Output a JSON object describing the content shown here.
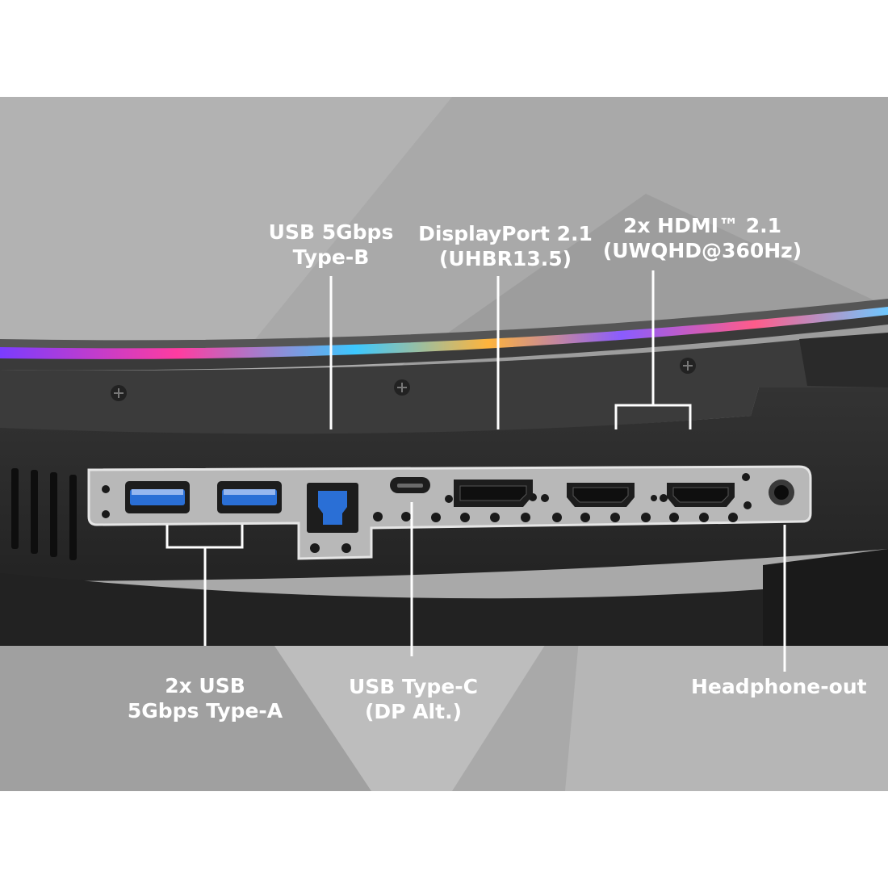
{
  "labels": {
    "usb_b": {
      "line1": "USB 5Gbps",
      "line2": "Type-B"
    },
    "displayport": {
      "line1": "DisplayPort 2.1",
      "line2": "(UHBR13.5)"
    },
    "hdmi": {
      "line1": "2x HDMI™ 2.1",
      "line2": "(UWQHD@360Hz)"
    },
    "usb_a": {
      "line1": "2x USB",
      "line2": "5Gbps Type-A"
    },
    "usb_c": {
      "line1": "USB Type-C",
      "line2": "(DP Alt.)"
    },
    "headphone": {
      "line1": "Headphone-out"
    }
  },
  "icons": {
    "usb_a_port": "usb-type-a-port-icon",
    "usb_b_port": "usb-type-b-port-icon",
    "usb_c_port": "usb-type-c-port-icon",
    "displayport_port": "displayport-port-icon",
    "hdmi_port": "hdmi-port-icon",
    "headphone_jack": "headphone-jack-icon",
    "screw": "screw-icon"
  },
  "colors": {
    "background": "#a9a9a9",
    "monitor_body": "#2b2b2b",
    "io_plate": "#b8b8b8",
    "usb_blue": "#2a6fd6",
    "label_text": "#ffffff",
    "callout_line": "#ffffff"
  }
}
